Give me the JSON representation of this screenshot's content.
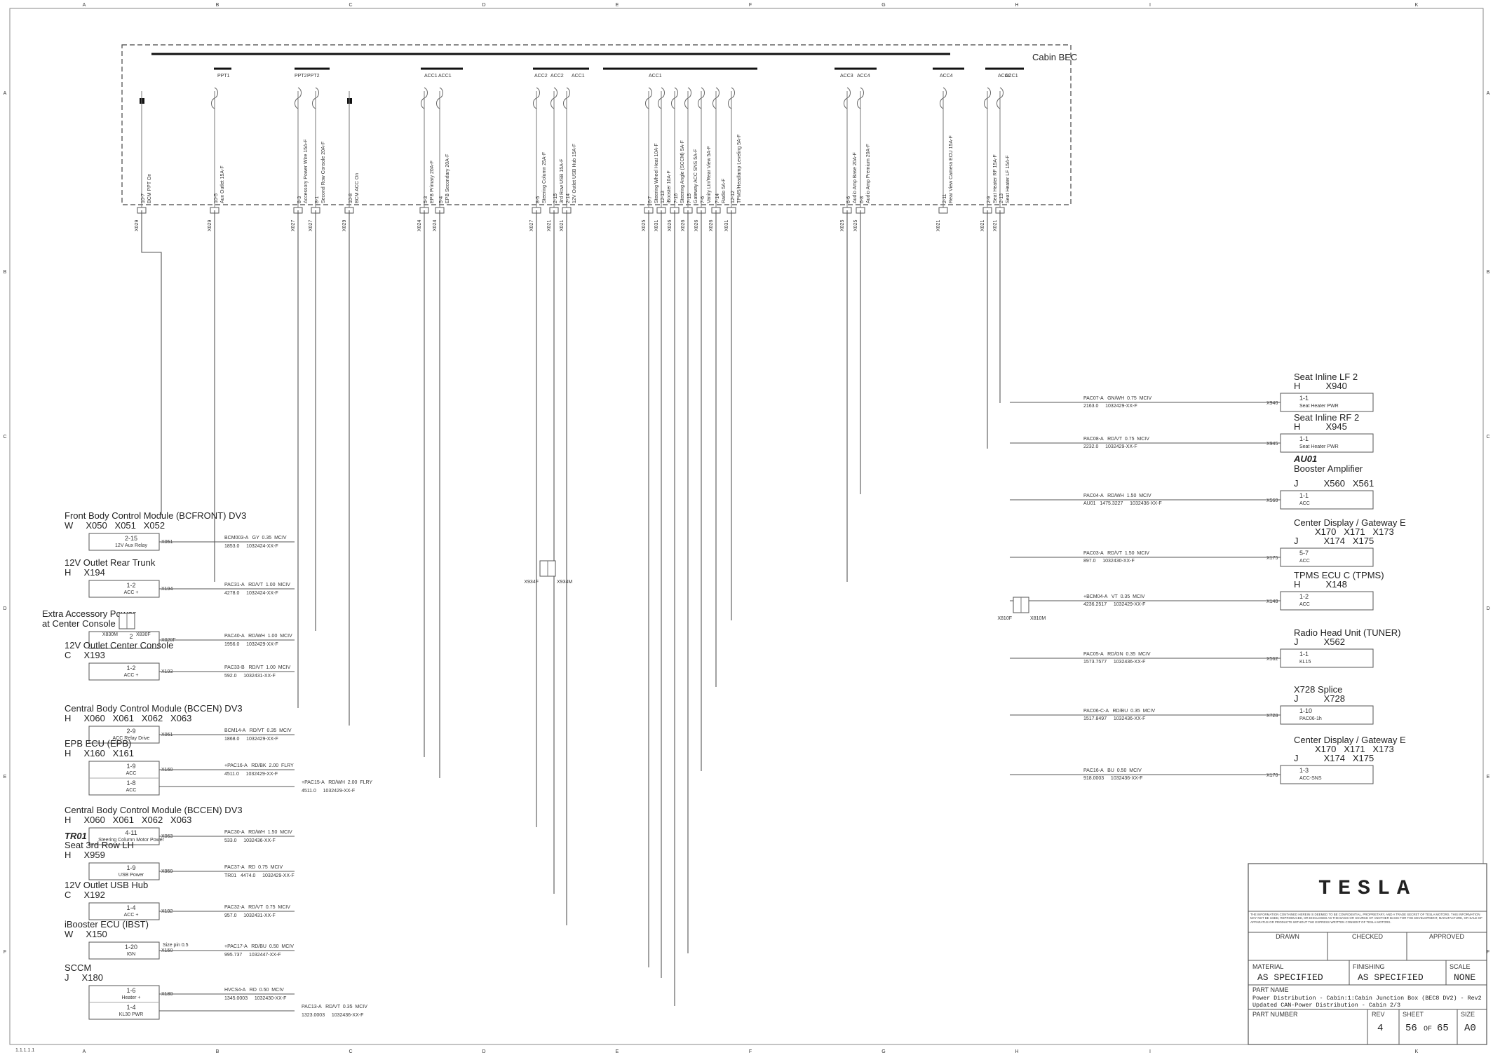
{
  "border_cols": [
    "A",
    "B",
    "C",
    "D",
    "E",
    "F",
    "G",
    "H",
    "I",
    "K"
  ],
  "border_rows": [
    "A",
    "B",
    "C",
    "D",
    "E",
    "F"
  ],
  "cabin_bec_label": "Cabin BEC",
  "bus_labels": [
    "PPT1",
    "PPT2",
    "PPT2",
    "ACC1",
    "ACC1",
    "ACC2",
    "ACC2",
    "ACC1",
    "ACC1",
    "ACC3",
    "ACC4",
    "ACC4",
    "ACC2",
    "ACC1"
  ],
  "fuses": [
    {
      "id": "10-7",
      "name": "BCM PPT On",
      "code": "X029"
    },
    {
      "id": "10-5",
      "name": "Aux Outlet 15A-F",
      "code": "X029"
    },
    {
      "id": "8-3",
      "name": "Accessory Power Wire 15A-F",
      "code": "X027"
    },
    {
      "id": "8-1",
      "name": "Second Row Console 20A-F",
      "code": "X027"
    },
    {
      "id": "10-8",
      "name": "BCM ACC On",
      "code": "X029"
    },
    {
      "id": "5-3",
      "name": "EPB Primary 20A-F",
      "code": "X024"
    },
    {
      "id": "5-4",
      "name": "EPB Secondary 20A-F",
      "code": "X024"
    },
    {
      "id": "8-5",
      "name": "Steering Column 25A-F",
      "code": "X027"
    },
    {
      "id": "2-15",
      "name": "3rd Row USB 15A-F",
      "code": "X021"
    },
    {
      "id": "2-14",
      "name": "12V Outlet USB Hub 15A-F",
      "code": "X021"
    },
    {
      "id": "6-7",
      "name": "Steering Wheel Heat 10A-F",
      "code": "X025"
    },
    {
      "id": "12-13",
      "name": "iBooster 10A-F",
      "code": "X031"
    },
    {
      "id": "7-16",
      "name": "Steering Angle (SCCM) 5A-F",
      "code": "X026"
    },
    {
      "id": "7-15",
      "name": "Gateway ACC SNS 5A-F",
      "code": "X026"
    },
    {
      "id": "7-6",
      "name": "Vanity Ltn/Rear View 5A-F",
      "code": "X026"
    },
    {
      "id": "7-14",
      "name": "Radio 5A-F",
      "code": "X026"
    },
    {
      "id": "12-12",
      "name": "TPMS/Headlamp Leveling 5A-F",
      "code": "X031"
    },
    {
      "id": "6-6",
      "name": "Audio Amp Base 20A-F",
      "code": "X025"
    },
    {
      "id": "6-8",
      "name": "Audio Amp Premium 20A-F",
      "code": "X025"
    },
    {
      "id": "2-11",
      "name": "Rear View Camera ECU 15A-F",
      "code": "X021"
    },
    {
      "id": "2-9",
      "name": "Seat Heater RF 15A-F",
      "code": "X021"
    },
    {
      "id": "2-13",
      "name": "Seat Heater LF 15A-F",
      "code": "X021"
    }
  ],
  "left_components": [
    {
      "title": "Front Body Control Module (BCFRONT) DV3",
      "conn": "W     X050   X051   X052",
      "pin": "2-15",
      "pin_label": "12V Aux Relay",
      "code": "X051",
      "wire": "BCM003-A   GY  0.35  MCIV",
      "wire2": "1853.0     1032424-XX-F"
    },
    {
      "title": "12V Outlet Rear Trunk",
      "conn": "H     X194",
      "pin": "1-2",
      "pin_label": "ACC +",
      "code": "X194",
      "wire": "PAC31-A   RD/VT  1.00  MCIV",
      "wire2": "4278.0     1032424-XX-F"
    },
    {
      "title": "Extra Accessory Power",
      "title2": "at Center Console",
      "conn": "",
      "pin": "2",
      "pin_label": "",
      "code": "X020F",
      "wire": "PAC40-A   RD/WH  1.00  MCIV",
      "wire2": "1956.0     1032429-XX-F"
    },
    {
      "title": "12V Outlet Center Console",
      "conn": "C     X193",
      "pin": "1-2",
      "pin_label": "ACC +",
      "code": "X193",
      "wire": "PAC33-B   RD/VT  1.00  MCIV",
      "wire2": "592.0     1032431-XX-F"
    },
    {
      "title": "Central Body Control Module (BCCEN) DV3",
      "conn": "H     X060   X061   X062   X063",
      "pin": "2-9",
      "pin_label": "ACC Relay Drive",
      "code": "X061",
      "wire": "BCM14-A   RD/VT  0.35  MCIV",
      "wire2": "1868.0     1032429-XX-F"
    },
    {
      "title": "EPB ECU (EPB)",
      "conn": "H     X160   X161",
      "pin": "1-9",
      "pin_label": "ACC",
      "code": "X160",
      "wire": "+PAC16-A   RD/BK  2.00  FLRY",
      "wire2": "4511.0     1032429-XX-F",
      "pin_b": "1-8",
      "pin_b_label": "ACC",
      "wire_b": "+PAC15-A   RD/WH  2.00  FLRY",
      "wire_b2": "4511.0     1032429-XX-F"
    },
    {
      "title": "Central Body Control Module (BCCEN) DV3",
      "conn": "H     X060   X061   X062   X063",
      "pin": "4-11",
      "pin_label": "Steering Column Motor Power",
      "code": "X063",
      "wire": "PAC30-A   RD/WH  1.50  MCIV",
      "wire2": "533.0     1032436-XX-F"
    },
    {
      "title": "TR01",
      "title2": "Seat 3rd Row LH",
      "conn": "H     X959",
      "pin": "1-9",
      "pin_label": "USB Power",
      "code": "X959",
      "wire": "PAC37-A   RD  0.75  MCIV",
      "wire2": "TR01   4474.0     1032429-XX-F"
    },
    {
      "title": "12V Outlet USB Hub",
      "conn": "C     X192",
      "pin": "1-4",
      "pin_label": "ACC +",
      "code": "X192",
      "wire": "PAC32-A   RD/VT  0.75  MCIV",
      "wire2": "957.0     1032431-XX-F"
    },
    {
      "title": "iBooster ECU (IBST)",
      "conn": "W     X150",
      "pin": "1-20",
      "pin_label": "IGN",
      "code": "X150",
      "wire": "+PAC17-A   RD/BU  0.50  MCIV",
      "wire2": "995.737     1032447-XX-F",
      "note": "Size pin 0.5"
    },
    {
      "title": "SCCM",
      "conn": "J     X180",
      "pin": "1-6",
      "pin_label": "Heater +",
      "code": "X180",
      "wire": "HVCS4-A   RD  0.50  MCIV",
      "wire2": "1345.0003     1032430-XX-F",
      "pin_b": "1-4",
      "pin_b_label": "KL30 PWR",
      "wire_b": "PAC13-A   RD/VT  0.35  MCIV",
      "wire_b2": "1323.0003     1032436-XX-F"
    }
  ],
  "right_components": [
    {
      "title": "Seat Inline LF 2",
      "conn": "H          X940",
      "pin": "1-1",
      "pin_label": "Seat Heater PWR",
      "code": "X940",
      "wire": "PAC07-A   GN/WH  0.75  MCIV",
      "wire2": "2163.0     1032429-XX-F"
    },
    {
      "title": "Seat Inline RF 2",
      "conn": "H          X945",
      "pin": "1-1",
      "pin_label": "Seat Heater PWR",
      "code": "X945",
      "wire": "PAC08-A   RD/VT  0.75  MCIV",
      "wire2": "2232.0     1032429-XX-F"
    },
    {
      "title": "AU01",
      "title2": "Booster Amplifier",
      "conn": "J          X560   X561",
      "pin": "1-1",
      "pin_label": "ACC",
      "code": "X560",
      "wire": "PAC04-A   RD/WH  1.50  MCIV",
      "wire2": "AU01   1475.3227     1032436-XX-F"
    },
    {
      "title": "Center Display / Gateway E",
      "conn": "X170   X171   X173",
      "conn2": "J          X174   X175",
      "pin": "5-7",
      "pin_label": "ACC",
      "code": "X175",
      "wire": "PAC03-A   RD/VT  1.50  MCIV",
      "wire2": "897.0     1032430-XX-F"
    },
    {
      "title": "TPMS ECU C (TPMS)",
      "conn": "H          X148",
      "pin": "1-2",
      "pin_label": "ACC",
      "code": "X148",
      "wire": "+BCM04-A   VT  0.35  MCIV",
      "wire2": "4236.2517     1032429-XX-F"
    },
    {
      "title": "Radio Head Unit (TUNER)",
      "conn": "J          X562",
      "pin": "1-1",
      "pin_label": "KL15",
      "code": "X562",
      "wire": "PAC05-A   RD/GN  0.35  MCIV",
      "wire2": "1573.7577     1032436-XX-F"
    },
    {
      "title": "X728 Splice",
      "conn": "J          X728",
      "pin": "1-10",
      "pin_label": "PAC06-1h",
      "code": "X728",
      "wire": "PAC06-C-A   RD/BU  0.35  MCIV",
      "wire2": "1517.8497     1032436-XX-F"
    },
    {
      "title": "Center Display / Gateway E",
      "conn": "X170   X171   X173",
      "conn2": "J          X174   X175",
      "pin": "1-3",
      "pin_label": "ACC-SNS",
      "code": "X170",
      "wire": "PAC16-A   BU  0.50  MCIV",
      "wire2": "918.0003     1032436-XX-F"
    }
  ],
  "inline_splices": [
    {
      "label": "X830M",
      "label2": "X830F"
    },
    {
      "label": "X810F",
      "label2": "X810M"
    },
    {
      "label": "X934F",
      "label2": "X934M"
    }
  ],
  "title_block": {
    "logo": "TESLA",
    "confidential": "THE INFORMATION CONTAINED HEREIN IS DEEMED TO BE CONFIDENTIAL, PROPRIETARY, AND A TRADE SECRET OF TESLA MOTORS. THIS INFORMATION MAY NOT BE USED, REPRODUCED, OR DISCLOSED AS THE BASIS OR SOURCE OF ANOTHER BASIS FOR THE DEVELOPMENT, MANUFACTURE, OR SALE OF APPARATUS OR PRODUCTS WITHOUT THE EXPRESS WRITTEN CONSENT OF TESLA MOTORS.",
    "drawn": "DRAWN",
    "checked": "CHECKED",
    "approved": "APPROVED",
    "material_label": "MATERIAL",
    "material": "AS SPECIFIED",
    "finishing_label": "FINISHING",
    "finishing": "AS SPECIFIED",
    "scale_label": "SCALE",
    "scale": "NONE",
    "part_name_label": "PART NAME",
    "part_name": "Power Distribution - Cabin:1:Cabin Junction Box (BEC8 DV2) - Rev2",
    "part_name2": "Updated CAN-Power Distribution - Cabin 2/3",
    "part_number_label": "PART NUMBER",
    "rev_label": "REV",
    "rev": "4",
    "sheet_label": "SHEET",
    "sheet": "56",
    "sheet_of": "OF",
    "sheet_total": "65",
    "size_label": "SIZE",
    "size": "A0"
  },
  "footer_note": "1.1.1.1.1"
}
